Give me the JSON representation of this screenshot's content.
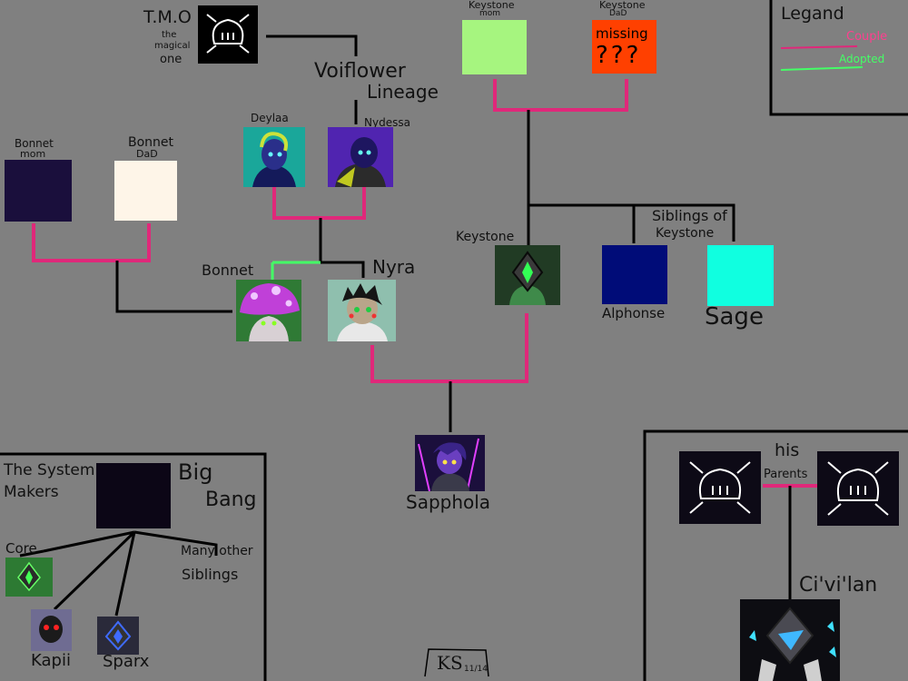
{
  "legend": {
    "title": "Legand",
    "couple": "Couple",
    "adopted": "Adopted"
  },
  "colors": {
    "background": "#808080",
    "line": "#000000",
    "couple_line": "#e0287a",
    "adopted_line": "#44ff66",
    "legend_couple_text": "#ff3f8f",
    "legend_adopted_text": "#44ff66",
    "missing_box": "#ff4000",
    "missing_text": "#000000"
  },
  "people": {
    "tmo": {
      "name": "T.M.O",
      "subtitle": [
        "the",
        "magical",
        "one"
      ]
    },
    "voiflower": [
      "Voiflower",
      "Lineage"
    ],
    "deylaa": "Deylaa",
    "nydessa": "Nydessa",
    "bonnet_mom": [
      "Bonnet",
      "mom"
    ],
    "bonnet_dad": [
      "Bonnet",
      "DaD"
    ],
    "bonnet": "Bonnet",
    "nyra": "Nyra",
    "keystone_mom": [
      "Keystone",
      "mom"
    ],
    "keystone_dad": [
      "Keystone",
      "DaD"
    ],
    "missing": [
      "missing",
      "???"
    ],
    "keystone": "Keystone",
    "siblings_of_keystone": [
      "Siblings of",
      "Keystone"
    ],
    "alphonse": "Alphonse",
    "sage": "Sage",
    "sapphola": "Sapphola",
    "system_makers": [
      "The System",
      "Makers"
    ],
    "big_bang": [
      "Big",
      "Bang"
    ],
    "many_siblings": [
      "Many other",
      "Siblings"
    ],
    "core": "Core",
    "kapii": "Kapii",
    "sparx": "Sparx",
    "his_parents": [
      "his",
      "Parents"
    ],
    "civilan": "Ci'vi'lan"
  },
  "signature": [
    "KS",
    "11/14"
  ]
}
